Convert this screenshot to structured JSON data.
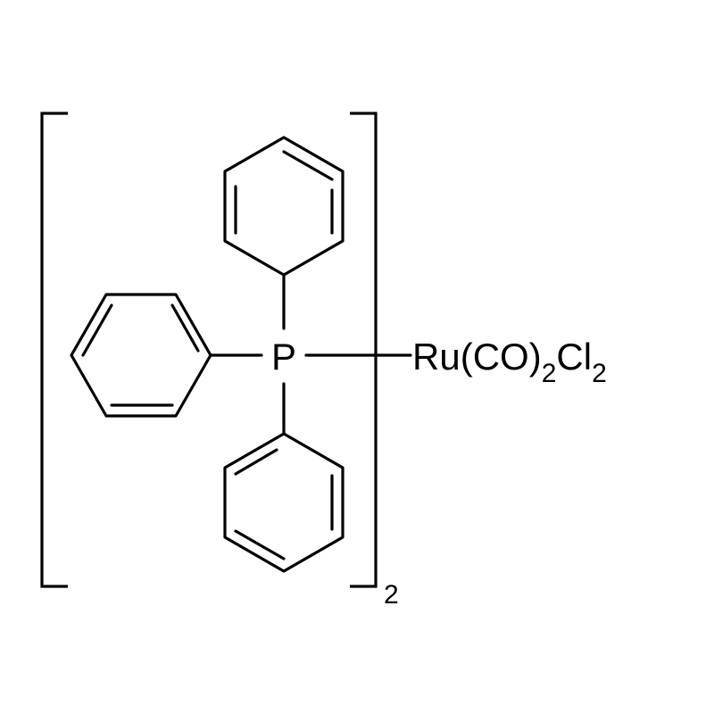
{
  "molecule": {
    "phosphorus_label": "P",
    "metal_label": "Ru",
    "ligand_open": "(",
    "ligand_co": "CO",
    "ligand_close": ")",
    "co_count": "2",
    "chloride_label": "Cl",
    "chloride_count": "2",
    "bracket_multiplier": "2"
  }
}
